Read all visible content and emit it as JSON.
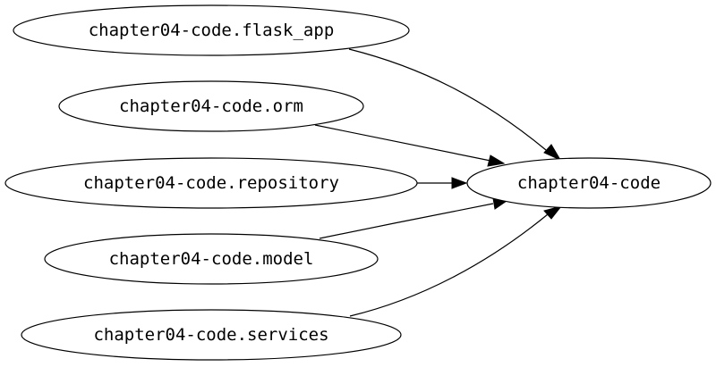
{
  "graph": {
    "nodes": [
      {
        "id": "flask_app",
        "label": "chapter04-code.flask_app"
      },
      {
        "id": "orm",
        "label": "chapter04-code.orm"
      },
      {
        "id": "repository",
        "label": "chapter04-code.repository"
      },
      {
        "id": "model",
        "label": "chapter04-code.model"
      },
      {
        "id": "services",
        "label": "chapter04-code.services"
      },
      {
        "id": "root",
        "label": "chapter04-code"
      }
    ],
    "edges": [
      {
        "from": "flask_app",
        "to": "root"
      },
      {
        "from": "orm",
        "to": "root"
      },
      {
        "from": "repository",
        "to": "root"
      },
      {
        "from": "model",
        "to": "root"
      },
      {
        "from": "services",
        "to": "root"
      }
    ]
  }
}
